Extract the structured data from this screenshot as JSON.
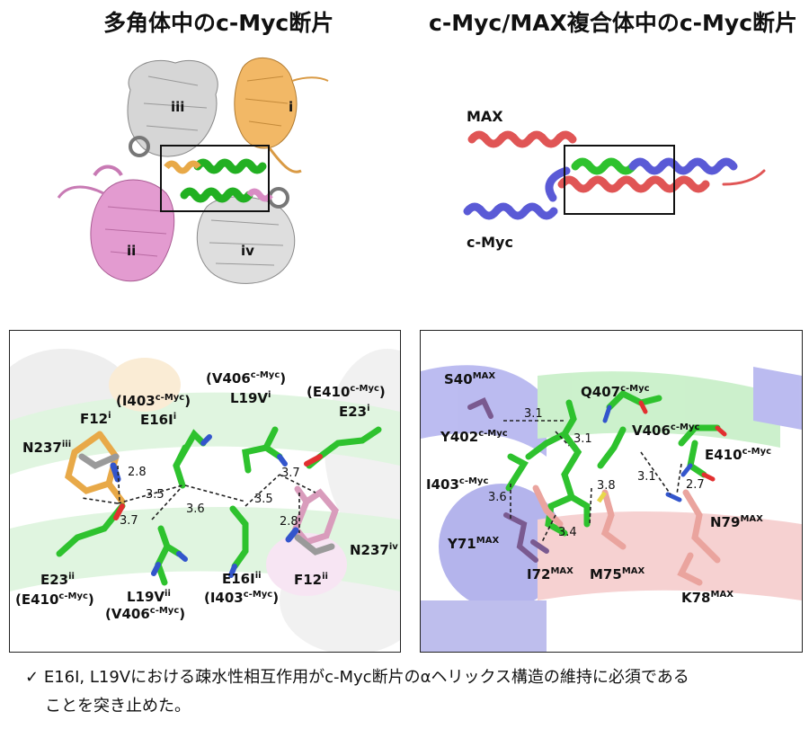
{
  "titles": {
    "left": "多角体中のc-Myc断片",
    "right": "c-Myc/MAX複合体中のc-Myc断片"
  },
  "top_left": {
    "labels": [
      "iii",
      "i",
      "ii",
      "iv"
    ]
  },
  "top_right": {
    "labels": [
      "MAX",
      "c-Myc"
    ]
  },
  "bottom_left": {
    "residues": {
      "F12i": "F12",
      "F12i_sup": "i",
      "N237iii": "N237",
      "N237iii_sup": "iii",
      "I403_top": "(I403",
      "I403_top_sup": "c-Myc",
      "I403_top_close": ")",
      "E16Ii": "E16I",
      "E16Ii_sup": "i",
      "V406_top": "(V406",
      "V406_top_sup": "c-Myc",
      "V406_top_close": ")",
      "L19Vi": "L19V",
      "L19Vi_sup": "i",
      "E410_top": "(E410",
      "E410_top_sup": "c-Myc",
      "E410_top_close": ")",
      "E23i": "E23",
      "E23i_sup": "i",
      "E23ii": "E23",
      "E23ii_sup": "ii",
      "E410_bot": "(E410",
      "E410_bot_sup": "c-Myc",
      "E410_bot_close": ")",
      "L19Vii": "L19V",
      "L19Vii_sup": "ii",
      "V406_bot": "(V406",
      "V406_bot_sup": "c-Myc",
      "V406_bot_close": ")",
      "E16Iii": "E16I",
      "E16Iii_sup": "ii",
      "I403_bot": "(I403",
      "I403_bot_sup": "c-Myc",
      "I403_bot_close": ")",
      "F12ii": "F12",
      "F12ii_sup": "ii",
      "N237iv": "N237",
      "N237iv_sup": "iv"
    },
    "distances": [
      "2.8",
      "3.5",
      "3.6",
      "3.7",
      "3.5",
      "3.7",
      "2.8"
    ]
  },
  "bottom_right": {
    "residues": {
      "S40": "S40",
      "S40_sup": "MAX",
      "Q407": "Q407",
      "Q407_sup": "c-Myc",
      "Y402": "Y402",
      "Y402_sup": "c-Myc",
      "V406": "V406",
      "V406_sup": "c-Myc",
      "E410": "E410",
      "E410_sup": "c-Myc",
      "I403": "I403",
      "I403_sup": "c-Myc",
      "Y71": "Y71",
      "Y71_sup": "MAX",
      "I72": "I72",
      "I72_sup": "MAX",
      "M75": "M75",
      "M75_sup": "MAX",
      "N79": "N79",
      "N79_sup": "MAX",
      "K78": "K78",
      "K78_sup": "MAX"
    },
    "distances": [
      "3.1",
      "3.1",
      "3.6",
      "3.8",
      "3.4",
      "3.1",
      "2.7"
    ]
  },
  "caption": {
    "check": "✓",
    "line1": "E16I, L19Vにおける疎水性相互作用がc-Myc断片のαヘリックス構造の維持に必須である",
    "line2": "ことを突き止めた。"
  },
  "colors": {
    "green": "#2ec22e",
    "orange": "#e8a948",
    "pink": "#d98cc4",
    "gray": "#c8c8c8",
    "red": "#e05555",
    "blue": "#5a5ad6",
    "salmon": "#eba7a0",
    "purple": "#7a5a90"
  }
}
